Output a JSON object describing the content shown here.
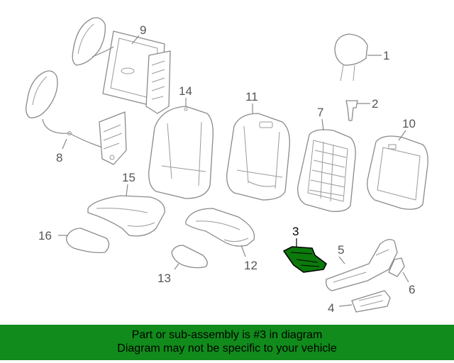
{
  "callouts": {
    "c1": "1",
    "c2": "2",
    "c3": "3",
    "c4": "4",
    "c5": "5",
    "c6": "6",
    "c7": "7",
    "c8": "8",
    "c9": "9",
    "c10": "10",
    "c11": "11",
    "c12": "12",
    "c13": "13",
    "c14": "14",
    "c15": "15",
    "c16": "16"
  },
  "highlighted_part": "3",
  "colors": {
    "banner": "#118b1b",
    "highlight": "#0b7a0b",
    "line": "#8a8a8a"
  },
  "footer": {
    "line1": "Part or sub-assembly is #3 in diagram",
    "line2": "Diagram may not be specific to your vehicle"
  }
}
